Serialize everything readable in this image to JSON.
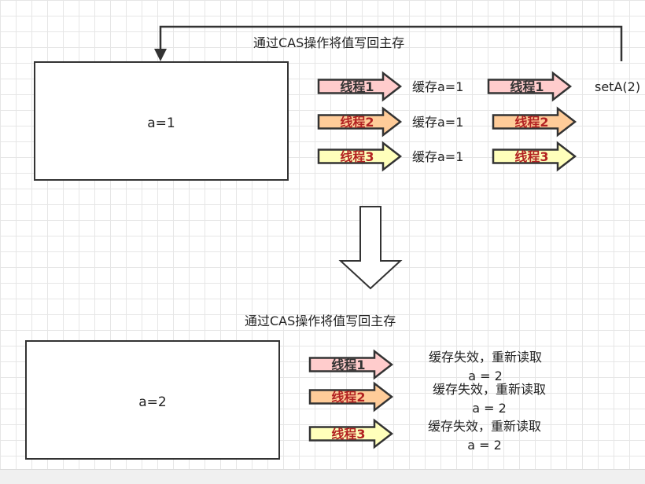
{
  "top": {
    "caption": "通过CAS操作将值写回主存",
    "box_label": "a=1",
    "rows": [
      {
        "left_arrow": "线程1",
        "left_color": "#ffcccc",
        "left_text_color": "#333333",
        "cache_text": "缓存a=1",
        "right_arrow": "线程1",
        "right_color": "#ffcccc",
        "right_text_color": "#333333",
        "action": "setA(2)"
      },
      {
        "left_arrow": "线程2",
        "left_color": "#ffcc99",
        "left_text_color": "#b22222",
        "cache_text": "缓存a=1",
        "right_arrow": "线程2",
        "right_color": "#ffcc99",
        "right_text_color": "#b22222",
        "action": ""
      },
      {
        "left_arrow": "线程3",
        "left_color": "#ffffbb",
        "left_text_color": "#b22222",
        "cache_text": "缓存a=1",
        "right_arrow": "线程3",
        "right_color": "#ffffbb",
        "right_text_color": "#b22222",
        "action": ""
      }
    ]
  },
  "bottom": {
    "caption": "通过CAS操作将值写回主存",
    "box_label": "a=2",
    "rows": [
      {
        "arrow": "线程1",
        "color": "#ffcccc",
        "text_color": "#333333",
        "line1": "缓存失效，重新读取",
        "line2": "a = 2"
      },
      {
        "arrow": "线程2",
        "color": "#ffcc99",
        "text_color": "#b22222",
        "line1": "缓存失效，重新读取",
        "line2": "a = 2"
      },
      {
        "arrow": "线程3",
        "color": "#ffffbb",
        "text_color": "#b22222",
        "line1": "缓存失效，重新读取",
        "line2": "a = 2"
      }
    ]
  },
  "colors": {
    "stroke": "#333333"
  }
}
